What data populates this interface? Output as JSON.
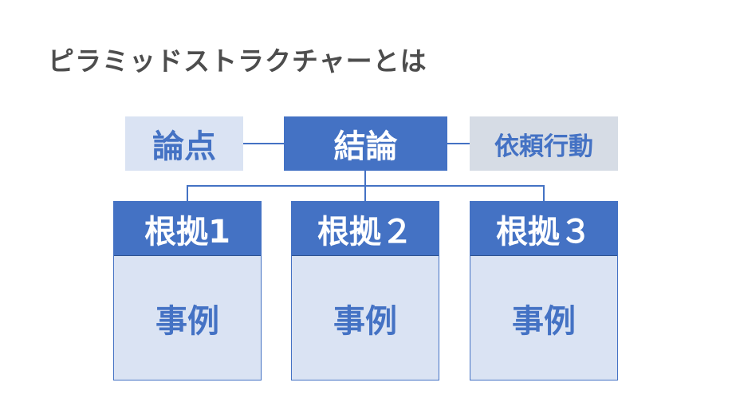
{
  "title": "ピラミッドストラクチャーとは",
  "nodes": {
    "ronten": "論点",
    "ketsuron": "結論",
    "irai": "依頼行動"
  },
  "columns": [
    {
      "header": "根拠1",
      "body": "事例"
    },
    {
      "header": "根拠２",
      "body": "事例"
    },
    {
      "header": "根拠３",
      "body": "事例"
    }
  ],
  "colors": {
    "primary_blue": "#4472c4",
    "light_blue": "#dae3f3",
    "light_gray": "#d6dce5",
    "title_gray": "#4d4d4d"
  }
}
